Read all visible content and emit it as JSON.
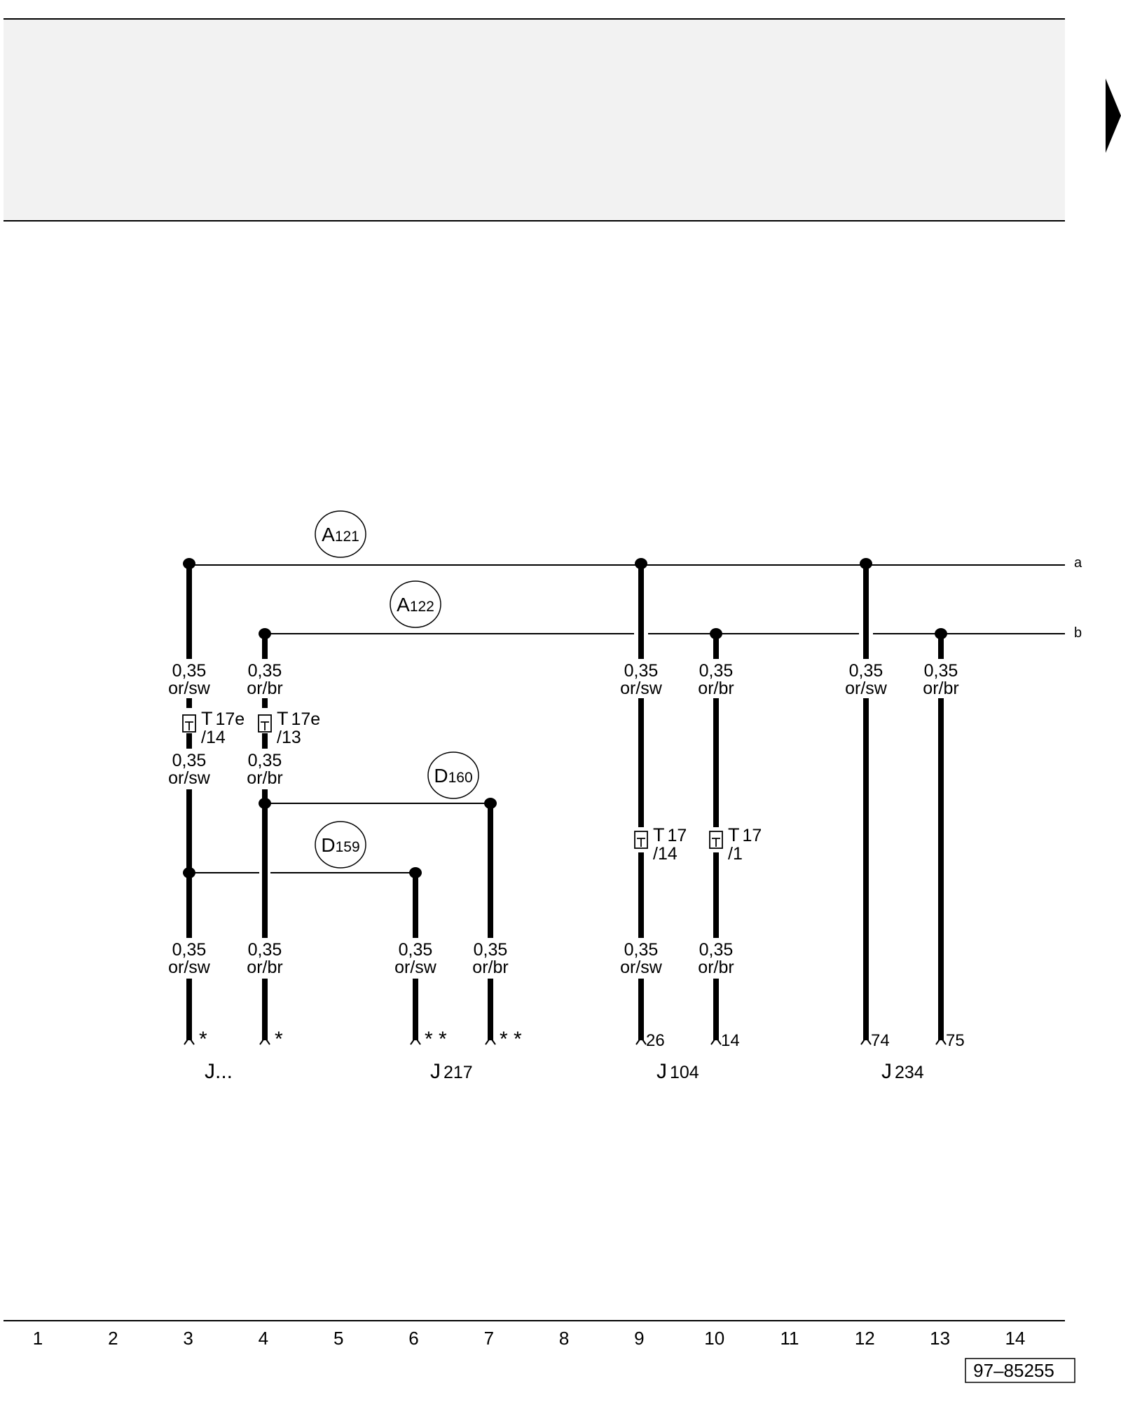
{
  "header": {
    "background": "#f2f2f2"
  },
  "bus": {
    "a": "a",
    "b": "b"
  },
  "bubbles": {
    "a121": {
      "main": "A",
      "sub": "121"
    },
    "a122": {
      "main": "A",
      "sub": "122"
    },
    "d160": {
      "main": "D",
      "sub": "160"
    },
    "d159": {
      "main": "D",
      "sub": "159"
    }
  },
  "wires": {
    "c3_top": [
      "0,35",
      "or/sw"
    ],
    "c4_top": [
      "0,35",
      "or/br"
    ],
    "c3_mid": [
      "0,35",
      "or/sw"
    ],
    "c4_mid": [
      "0,35",
      "or/br"
    ],
    "c3_bot": [
      "0,35",
      "or/sw"
    ],
    "c4_bot": [
      "0,35",
      "or/br"
    ],
    "c6_bot": [
      "0,35",
      "or/sw"
    ],
    "c7_bot": [
      "0,35",
      "or/br"
    ],
    "c9_top": [
      "0,35",
      "or/sw"
    ],
    "c10_top": [
      "0,35",
      "or/br"
    ],
    "c9_bot": [
      "0,35",
      "or/sw"
    ],
    "c10_bot": [
      "0,35",
      "or/br"
    ],
    "c12_top": [
      "0,35",
      "or/sw"
    ],
    "c13_top": [
      "0,35",
      "or/br"
    ]
  },
  "connectors": {
    "t17e_14": {
      "name": "T",
      "num": "17e",
      "pin": "/14"
    },
    "t17e_13": {
      "name": "T",
      "num": "17e",
      "pin": "/13"
    },
    "t17_14": {
      "name": "T",
      "num": "17",
      "pin": "/14"
    },
    "t17_1": {
      "name": "T",
      "num": "17",
      "pin": "/1"
    }
  },
  "pins": {
    "c3": "*",
    "c4": "*",
    "c6": "* *",
    "c7": "* *",
    "c9": "26",
    "c10": "14",
    "c12": "74",
    "c13": "75"
  },
  "components": {
    "j_generic": {
      "main": "J...",
      "sub": ""
    },
    "j217": {
      "main": "J",
      "sub": "217"
    },
    "j104": {
      "main": "J",
      "sub": "104"
    },
    "j234": {
      "main": "J",
      "sub": "234"
    }
  },
  "columns": [
    "1",
    "2",
    "3",
    "4",
    "5",
    "6",
    "7",
    "8",
    "9",
    "10",
    "11",
    "12",
    "13",
    "14"
  ],
  "doc_id": "97–85255",
  "nav_arrow_icon": "triangle-right-icon"
}
